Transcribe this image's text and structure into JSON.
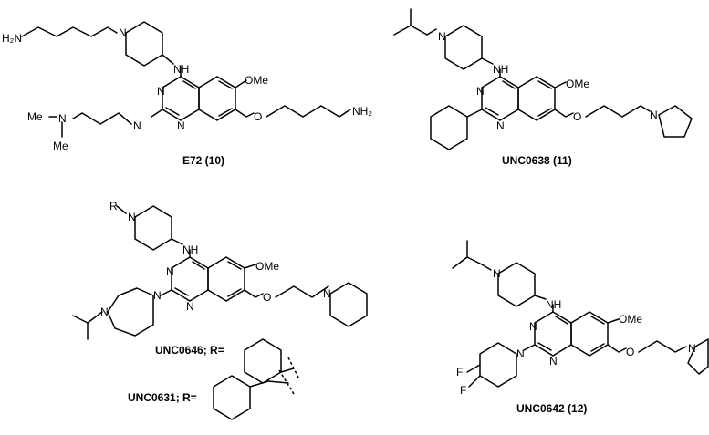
{
  "atoms": {
    "h2n": "H₂N",
    "n": "N",
    "nh": "NH",
    "h": "N",
    "ome": "OMe",
    "o": "O",
    "nh2": "NH₂",
    "me": "Me",
    "r": "R",
    "f": "F"
  },
  "captions": {
    "c1": "E72 (10)",
    "c2": "UNC0638 (11)",
    "c3": "UNC0646; R=",
    "c4": "UNC0631; R=",
    "c5": "UNC0642 (12)"
  }
}
